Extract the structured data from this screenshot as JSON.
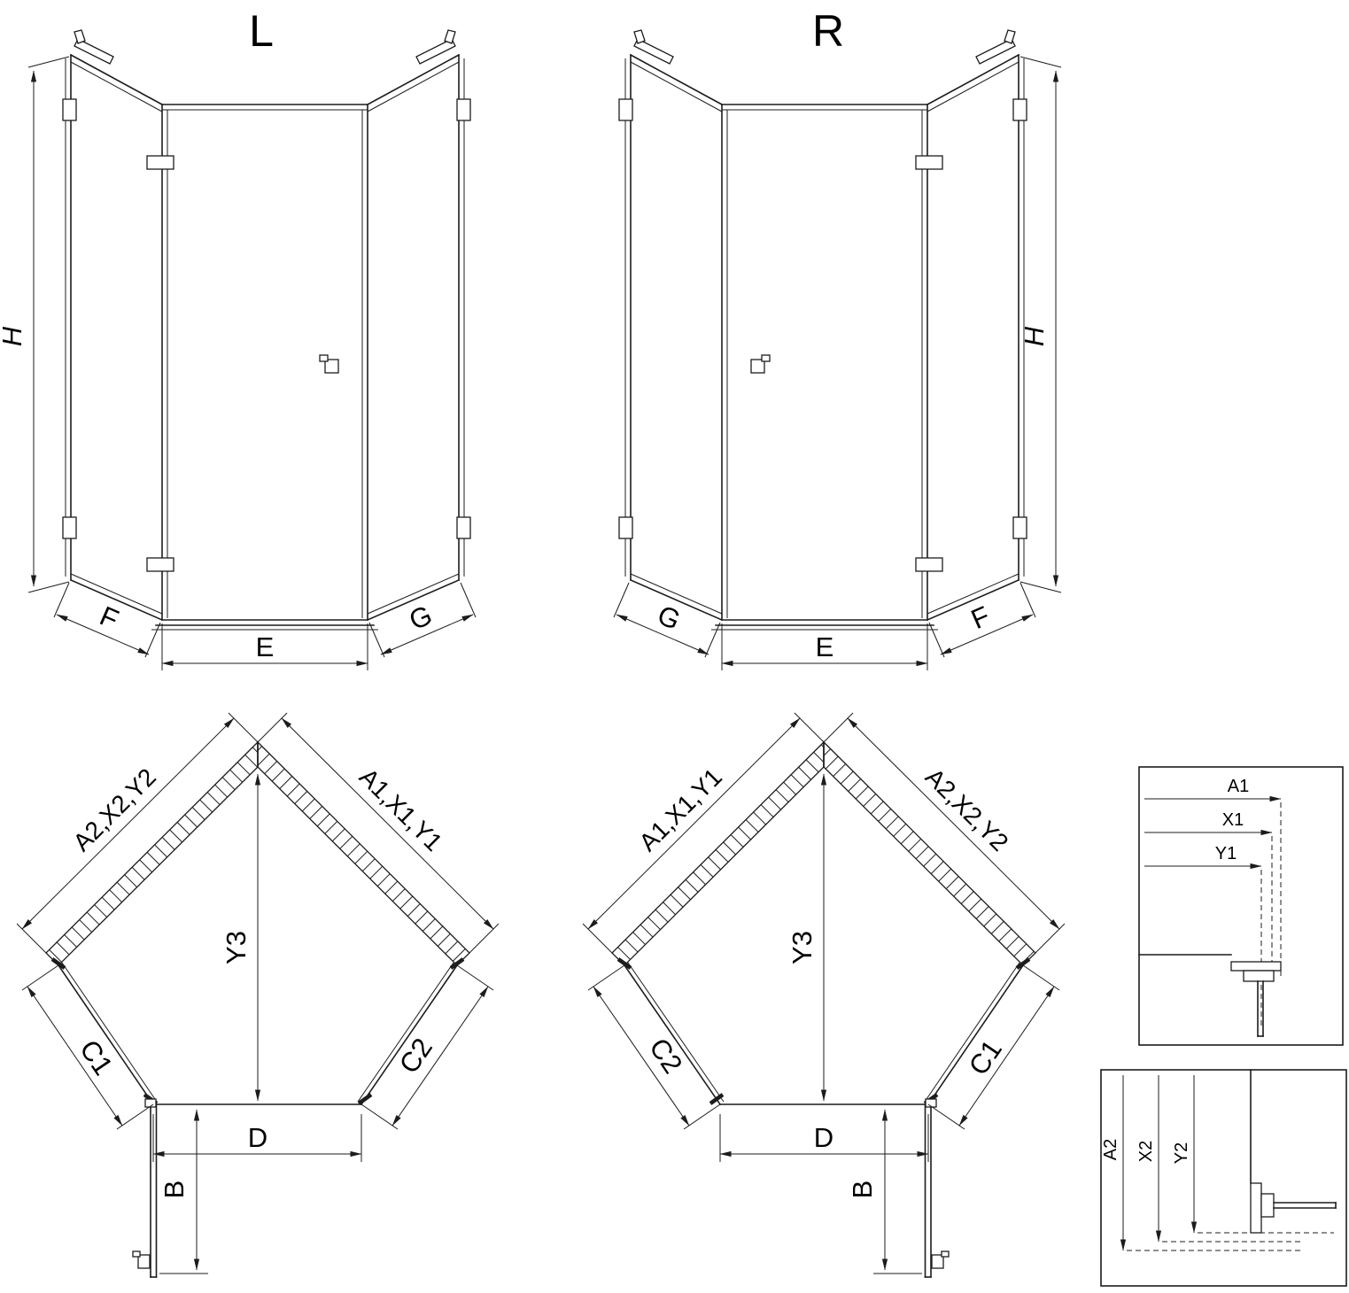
{
  "elevation_left": {
    "title": "L",
    "dim_height": "H",
    "dim_bottom_left": "F",
    "dim_bottom_center": "E",
    "dim_bottom_right": "G"
  },
  "elevation_right": {
    "title": "R",
    "dim_height": "H",
    "dim_bottom_left": "G",
    "dim_bottom_center": "E",
    "dim_bottom_right": "F"
  },
  "plan_left": {
    "dim_wall_upper_left": "A2,X2,Y2",
    "dim_wall_upper_right": "A1,X1,Y1",
    "dim_depth": "Y3",
    "dim_side_lower_left": "C1",
    "dim_side_lower_right": "C2",
    "dim_front": "D",
    "dim_door": "B"
  },
  "plan_right": {
    "dim_wall_upper_left": "A1,X1,Y1",
    "dim_wall_upper_right": "A2,X2,Y2",
    "dim_depth": "Y3",
    "dim_side_lower_left": "C2",
    "dim_side_lower_right": "C1",
    "dim_front": "D",
    "dim_door": "B"
  },
  "detail_horizontal": {
    "dims": [
      "A1",
      "X1",
      "Y1"
    ]
  },
  "detail_vertical": {
    "dims": [
      "A2",
      "X2",
      "Y2"
    ]
  }
}
